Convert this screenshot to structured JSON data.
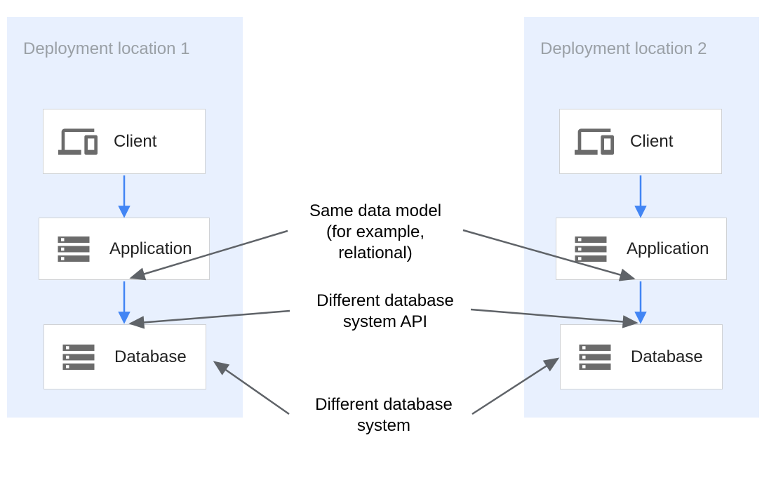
{
  "panels": [
    {
      "title": "Deployment location 1",
      "boxes": [
        {
          "label": "Client",
          "icon": "devices-icon"
        },
        {
          "label": "Application",
          "icon": "storage-icon"
        },
        {
          "label": "Database",
          "icon": "storage-icon"
        }
      ]
    },
    {
      "title": "Deployment location 2",
      "boxes": [
        {
          "label": "Client",
          "icon": "devices-icon"
        },
        {
          "label": "Application",
          "icon": "storage-icon"
        },
        {
          "label": "Database",
          "icon": "storage-icon"
        }
      ]
    }
  ],
  "annotations": [
    {
      "lines": [
        "Same data model",
        "(for example,",
        "relational)"
      ]
    },
    {
      "lines": [
        "Different database",
        "system API"
      ]
    },
    {
      "lines": [
        "Different database",
        "system"
      ]
    }
  ],
  "colors": {
    "panel_bg": "#e8f0fe",
    "panel_title_text": "#9aa0a6",
    "node_bg": "#ffffff",
    "node_border": "#d0d2d5",
    "node_label_text": "#212121",
    "icon_gray": "#6b6b6b",
    "flow_arrow_blue": "#4285f4",
    "annotation_arrow_gray": "#5f6368",
    "annotation_text": "#000000"
  }
}
